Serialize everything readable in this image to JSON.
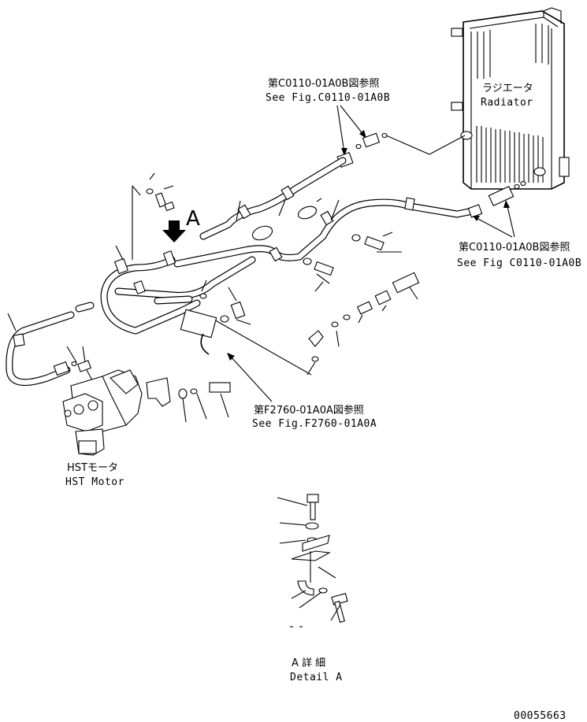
{
  "callouts": {
    "ref_top_ja": "第C0110-01A0B図参照",
    "ref_top_en": "See Fig.C0110-01A0B",
    "radiator_ja": "ラジエータ",
    "radiator_en": "Radiator",
    "ref_right_ja": "第C0110-01A0B図参照",
    "ref_right_en": "See Fig C0110-01A0B",
    "ref_bottom_ja": "第F2760-01A0A図参照",
    "ref_bottom_en": "See Fig.F2760-01A0A",
    "motor_ja": "HSTモータ",
    "motor_en": "HST Motor",
    "view_letter": "A",
    "detail_ja": "A 詳 細",
    "detail_en": "Detail A",
    "drawing_number": "00055663"
  }
}
